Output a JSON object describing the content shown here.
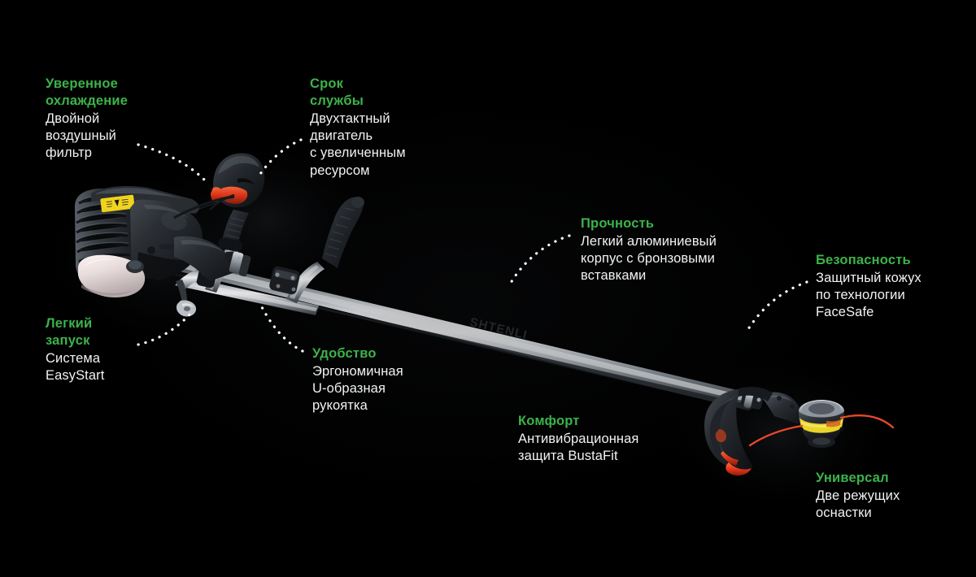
{
  "page": {
    "background_color": "#000000",
    "accent_color": "#3cb34a",
    "text_color": "#f2f2f2",
    "product_name": "SHTENLI",
    "shaft_logo": "SHTENLI"
  },
  "callouts": [
    {
      "id": "cooling",
      "title": "Уверенное\nохлаждение",
      "body": "Двойной\nвоздушный\nфильтр"
    },
    {
      "id": "service-life",
      "title": "Срок\nслужбы",
      "body": "Двухтактный\nдвигатель\nс увеличенным\nресурсом"
    },
    {
      "id": "durability",
      "title": "Прочность",
      "body": "Легкий алюминиевый\nкорпус с бронзовыми\nвставками"
    },
    {
      "id": "safety",
      "title": "Безопасность",
      "body": "Защитный кожух\nпо технологии\nFaceSafe"
    },
    {
      "id": "easy-start",
      "title": "Легкий\nзапуск",
      "body": "Система\nEasyStart"
    },
    {
      "id": "convenience",
      "title": "Удобство",
      "body": "Эргономичная\nU-образная\nрукоятка"
    },
    {
      "id": "comfort",
      "title": "Комфорт",
      "body": "Антивибрационная\nзащита BustaFit"
    },
    {
      "id": "universal",
      "title": "Универсал",
      "body": "Две режущих\nоснастки"
    }
  ]
}
